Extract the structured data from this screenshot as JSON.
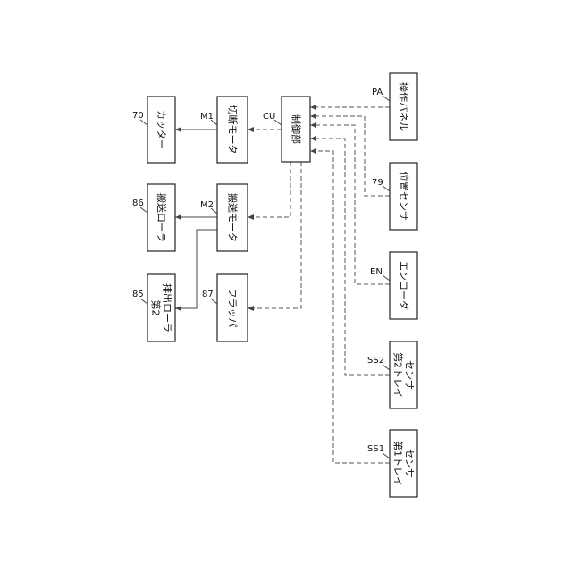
{
  "blocks": {
    "cutter": {
      "label": "カッター",
      "ref": "70"
    },
    "conveyRoller": {
      "label": "搬送ローラ",
      "ref": "86"
    },
    "dischargeRoller": {
      "line1": "第2",
      "line2": "排出ローラ",
      "ref": "85"
    },
    "cutMotor": {
      "label": "切断モータ",
      "ref": "M1"
    },
    "conveyMotor": {
      "label": "搬送モータ",
      "ref": "M2"
    },
    "flapper": {
      "label": "フラッパ",
      "ref": "87"
    },
    "controller": {
      "label": "制御部",
      "ref": "CU"
    },
    "panel": {
      "label": "操作パネル",
      "ref": "PA"
    },
    "posSensor": {
      "label": "位置センサ",
      "ref": "79"
    },
    "encoder": {
      "label": "エンコーダ",
      "ref": "EN"
    },
    "tray2": {
      "line1": "第2トレイ",
      "line2": "センサ",
      "ref": "SS2"
    },
    "tray1": {
      "line1": "第1トレイ",
      "line2": "センサ",
      "ref": "SS1"
    }
  },
  "colors": {
    "line": "#444444",
    "box": "#222222"
  }
}
